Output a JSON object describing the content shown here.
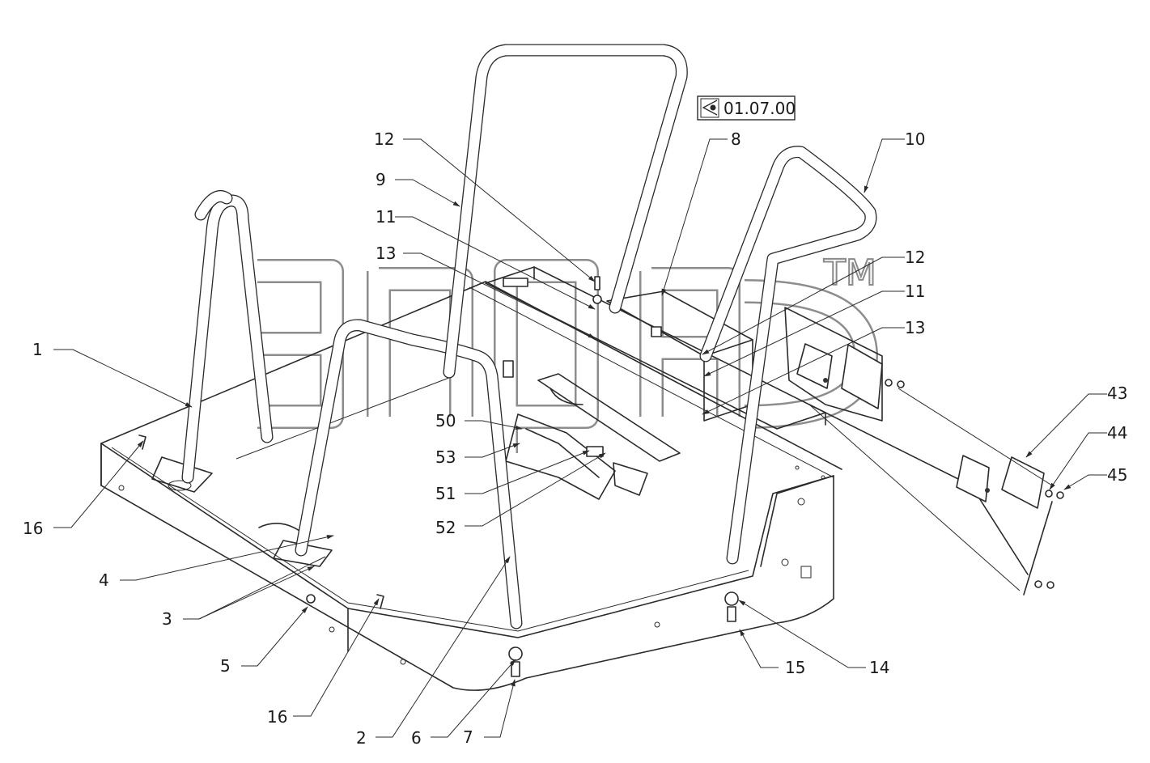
{
  "drawing": {
    "reference_tag": {
      "text": "01.07.00",
      "icon": "eye-view-icon"
    },
    "watermark": {
      "trademark": "TM"
    },
    "callouts": [
      {
        "id": "c1",
        "label": "1"
      },
      {
        "id": "c2",
        "label": "2"
      },
      {
        "id": "c3",
        "label": "3"
      },
      {
        "id": "c4",
        "label": "4"
      },
      {
        "id": "c5",
        "label": "5"
      },
      {
        "id": "c6",
        "label": "6"
      },
      {
        "id": "c7",
        "label": "7"
      },
      {
        "id": "c8",
        "label": "8"
      },
      {
        "id": "c9",
        "label": "9"
      },
      {
        "id": "c10",
        "label": "10"
      },
      {
        "id": "c11a",
        "label": "11"
      },
      {
        "id": "c11b",
        "label": "11"
      },
      {
        "id": "c12a",
        "label": "12"
      },
      {
        "id": "c12b",
        "label": "12"
      },
      {
        "id": "c13a",
        "label": "13"
      },
      {
        "id": "c13b",
        "label": "13"
      },
      {
        "id": "c14",
        "label": "14"
      },
      {
        "id": "c15",
        "label": "15"
      },
      {
        "id": "c16a",
        "label": "16"
      },
      {
        "id": "c16b",
        "label": "16"
      },
      {
        "id": "c43",
        "label": "43"
      },
      {
        "id": "c44",
        "label": "44"
      },
      {
        "id": "c45",
        "label": "45"
      },
      {
        "id": "c50",
        "label": "50"
      },
      {
        "id": "c51",
        "label": "51"
      },
      {
        "id": "c52",
        "label": "52"
      },
      {
        "id": "c53",
        "label": "53"
      }
    ]
  }
}
